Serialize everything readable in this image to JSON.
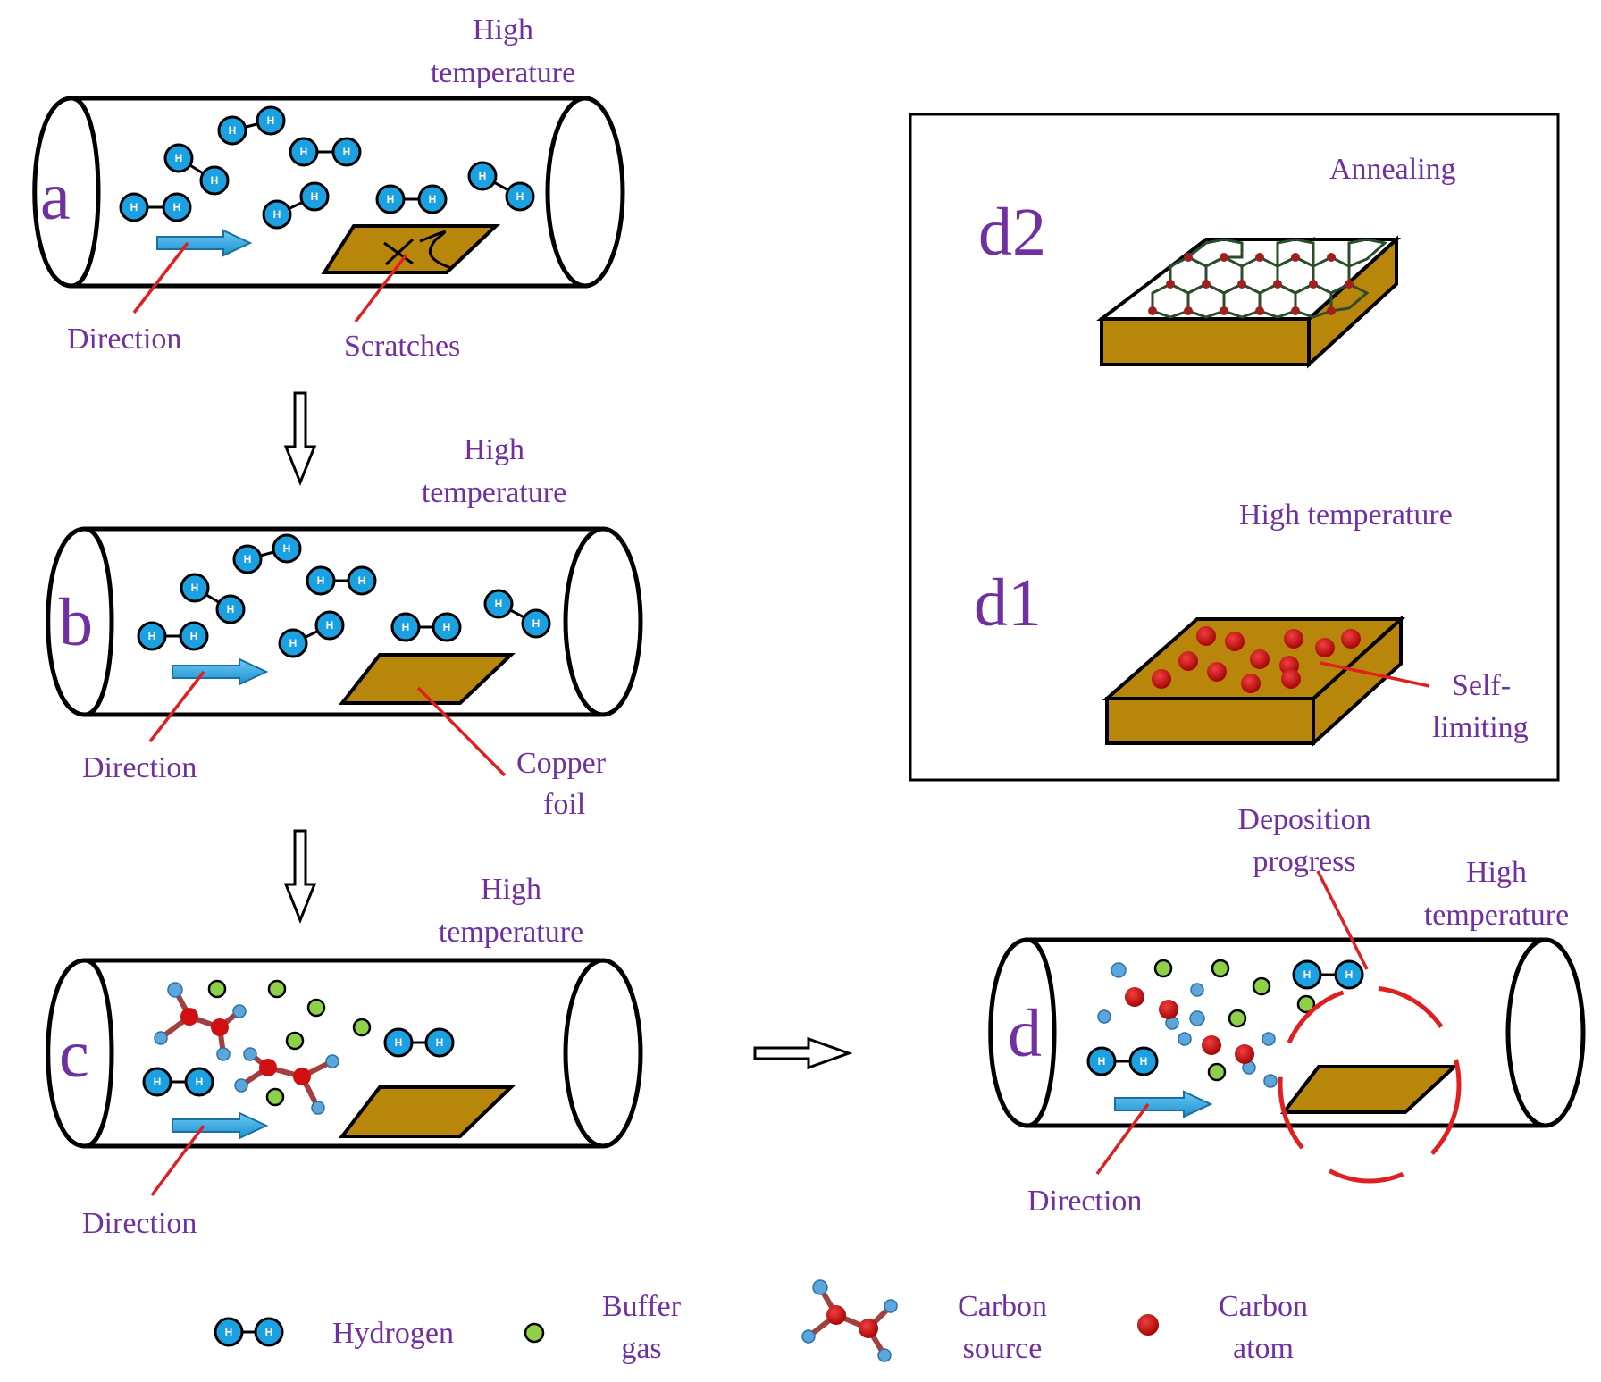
{
  "panels": {
    "a": {
      "letter": "a",
      "temp_line1": "High",
      "temp_line2": "temperature",
      "direction": "Direction",
      "scratches": "Scratches"
    },
    "b": {
      "letter": "b",
      "temp_line1": "High",
      "temp_line2": "temperature",
      "direction": "Direction",
      "copper_line1": "Copper",
      "copper_line2": "foil"
    },
    "c": {
      "letter": "c",
      "temp_line1": "High",
      "temp_line2": "temperature",
      "direction": "Direction"
    },
    "d": {
      "letter": "d",
      "temp_line1": "High",
      "temp_line2": "temperature",
      "direction": "Direction",
      "deposition_line1": "Deposition",
      "deposition_line2": "progress"
    }
  },
  "inset": {
    "d2_label": "d2",
    "annealing": "Annealing",
    "d1_label": "d1",
    "high_temp": "High temperature",
    "self_line1": "Self-",
    "self_line2": "limiting"
  },
  "atom_letter": "H",
  "legend": {
    "hydrogen": "Hydrogen",
    "buffer_line1": "Buffer",
    "buffer_line2": "gas",
    "carbon_source_line1": "Carbon",
    "carbon_source_line2": "source",
    "carbon_atom_line1": "Carbon",
    "carbon_atom_line2": "atom"
  },
  "colors": {
    "label": "#7030A0",
    "hydrogen": "#1BA1E2",
    "buffer": "#8ED048",
    "carbon": "#D01010",
    "copper": "#B8860B",
    "pointer": "#E02020"
  }
}
